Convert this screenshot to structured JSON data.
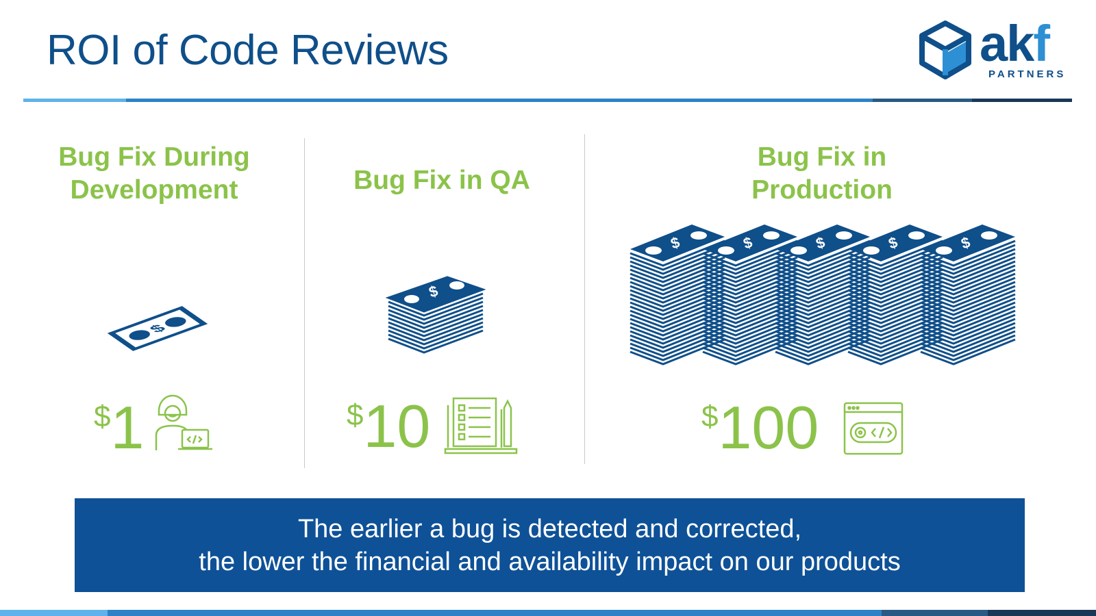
{
  "slide": {
    "title": "ROI of Code Reviews"
  },
  "logo": {
    "word_main": "ak",
    "word_accent": "f",
    "subtitle": "PARTNERS"
  },
  "columns": [
    {
      "heading_line1": "Bug Fix During",
      "heading_line2": "Development",
      "currency": "$",
      "amount": "1",
      "icon": "developer-with-laptop-icon",
      "money_icon": "single-bill-icon"
    },
    {
      "heading_line1": "Bug Fix in QA",
      "currency": "$",
      "amount": "10",
      "icon": "test-checklist-icon",
      "money_icon": "bill-stack-icon"
    },
    {
      "heading_line1": "Bug Fix in",
      "heading_line2": "Production",
      "currency": "$",
      "amount": "100",
      "icon": "browser-code-icon",
      "money_icon": "bill-stacks-icon"
    }
  ],
  "banner": {
    "line1": "The earlier a bug is detected and corrected,",
    "line2": "the lower the financial and availability impact on our products"
  },
  "colors": {
    "brand_blue": "#0f4f8a",
    "accent_green": "#8bc34a",
    "banner_blue": "#0e5197",
    "light_blue": "#2d8fd4"
  }
}
